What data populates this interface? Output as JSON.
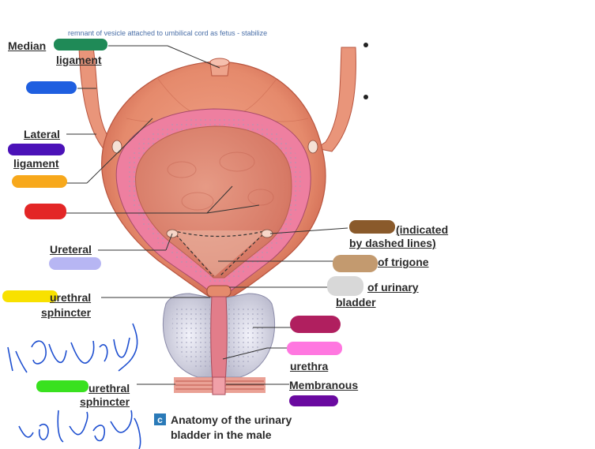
{
  "diagram": {
    "top_note": "remnant of vesicle attached to umbilical cord as fetus - stabilize",
    "labels": {
      "median": "Median",
      "median_ligament": "ligament",
      "lateral": "Lateral",
      "lateral_ligament": "ligament",
      "ureteral": "Ureteral",
      "urethral_internal": "urethral",
      "sphincter_internal": "sphincter",
      "indicated": "(indicated",
      "dashed_lines": "by dashed lines)",
      "of_trigone": "of trigone",
      "of_urinary": "of urinary",
      "bladder": "bladder",
      "urethra": "urethra",
      "membranous": "Membranous",
      "urethral_external": "urethral",
      "sphincter_external": "sphincter"
    },
    "caption_badge": "c",
    "caption_line1": "Anatomy of the urinary",
    "caption_line2": "bladder in the male",
    "handwriting": {
      "involuntary": "involuntary",
      "voluntary": "voluntary"
    },
    "marker_colors": {
      "green": "#1f8a57",
      "blue": "#1f5fe0",
      "purple": "#4b12b8",
      "orange": "#f7a81b",
      "red": "#e32626",
      "lavender": "#b7b6f3",
      "yellow": "#f8e100",
      "lime": "#39e11f",
      "brown": "#8a5a2b",
      "tan": "#c39a6f",
      "gray": "#d8d8d8",
      "magenta": "#b01f5f",
      "pink": "#ff77e0",
      "violet": "#6a0aa0"
    }
  }
}
